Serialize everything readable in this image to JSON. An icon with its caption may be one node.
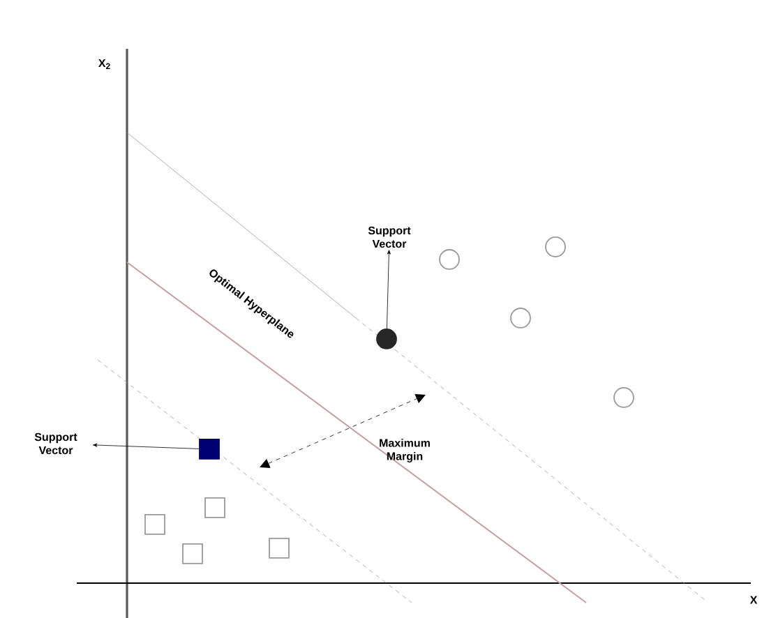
{
  "diagram": {
    "nodes": [
      {
        "text": [
          "Support Vector"
        ]
      },
      {
        "text": [],
        "shape": "circle"
      },
      {
        "text": [
          "Support Vector"
        ]
      },
      {
        "text": [],
        "shape": "box"
      },
      {
        "text": [],
        "shape": "box"
      },
      {
        "text": [],
        "shape": "box"
      },
      {
        "text": [],
        "shape": "box"
      },
      {
        "text": [],
        "shape": "box"
      },
      {
        "text": [],
        "shape": "circle"
      },
      {
        "text": [],
        "shape": "circle"
      },
      {
        "text": [],
        "shape": "circle"
      },
      {
        "text": [],
        "shape": "circle"
      }
    ],
    "edges": [
      {
        "from": 1,
        "to": 0,
        "arrow": "to"
      },
      {
        "from": 3,
        "to": 2,
        "arrow": "to"
      }
    ],
    "labels": [
      "X$_{2}$",
      "Optimal Hyperplane",
      "Maximum Margin",
      "X"
    ]
  }
}
